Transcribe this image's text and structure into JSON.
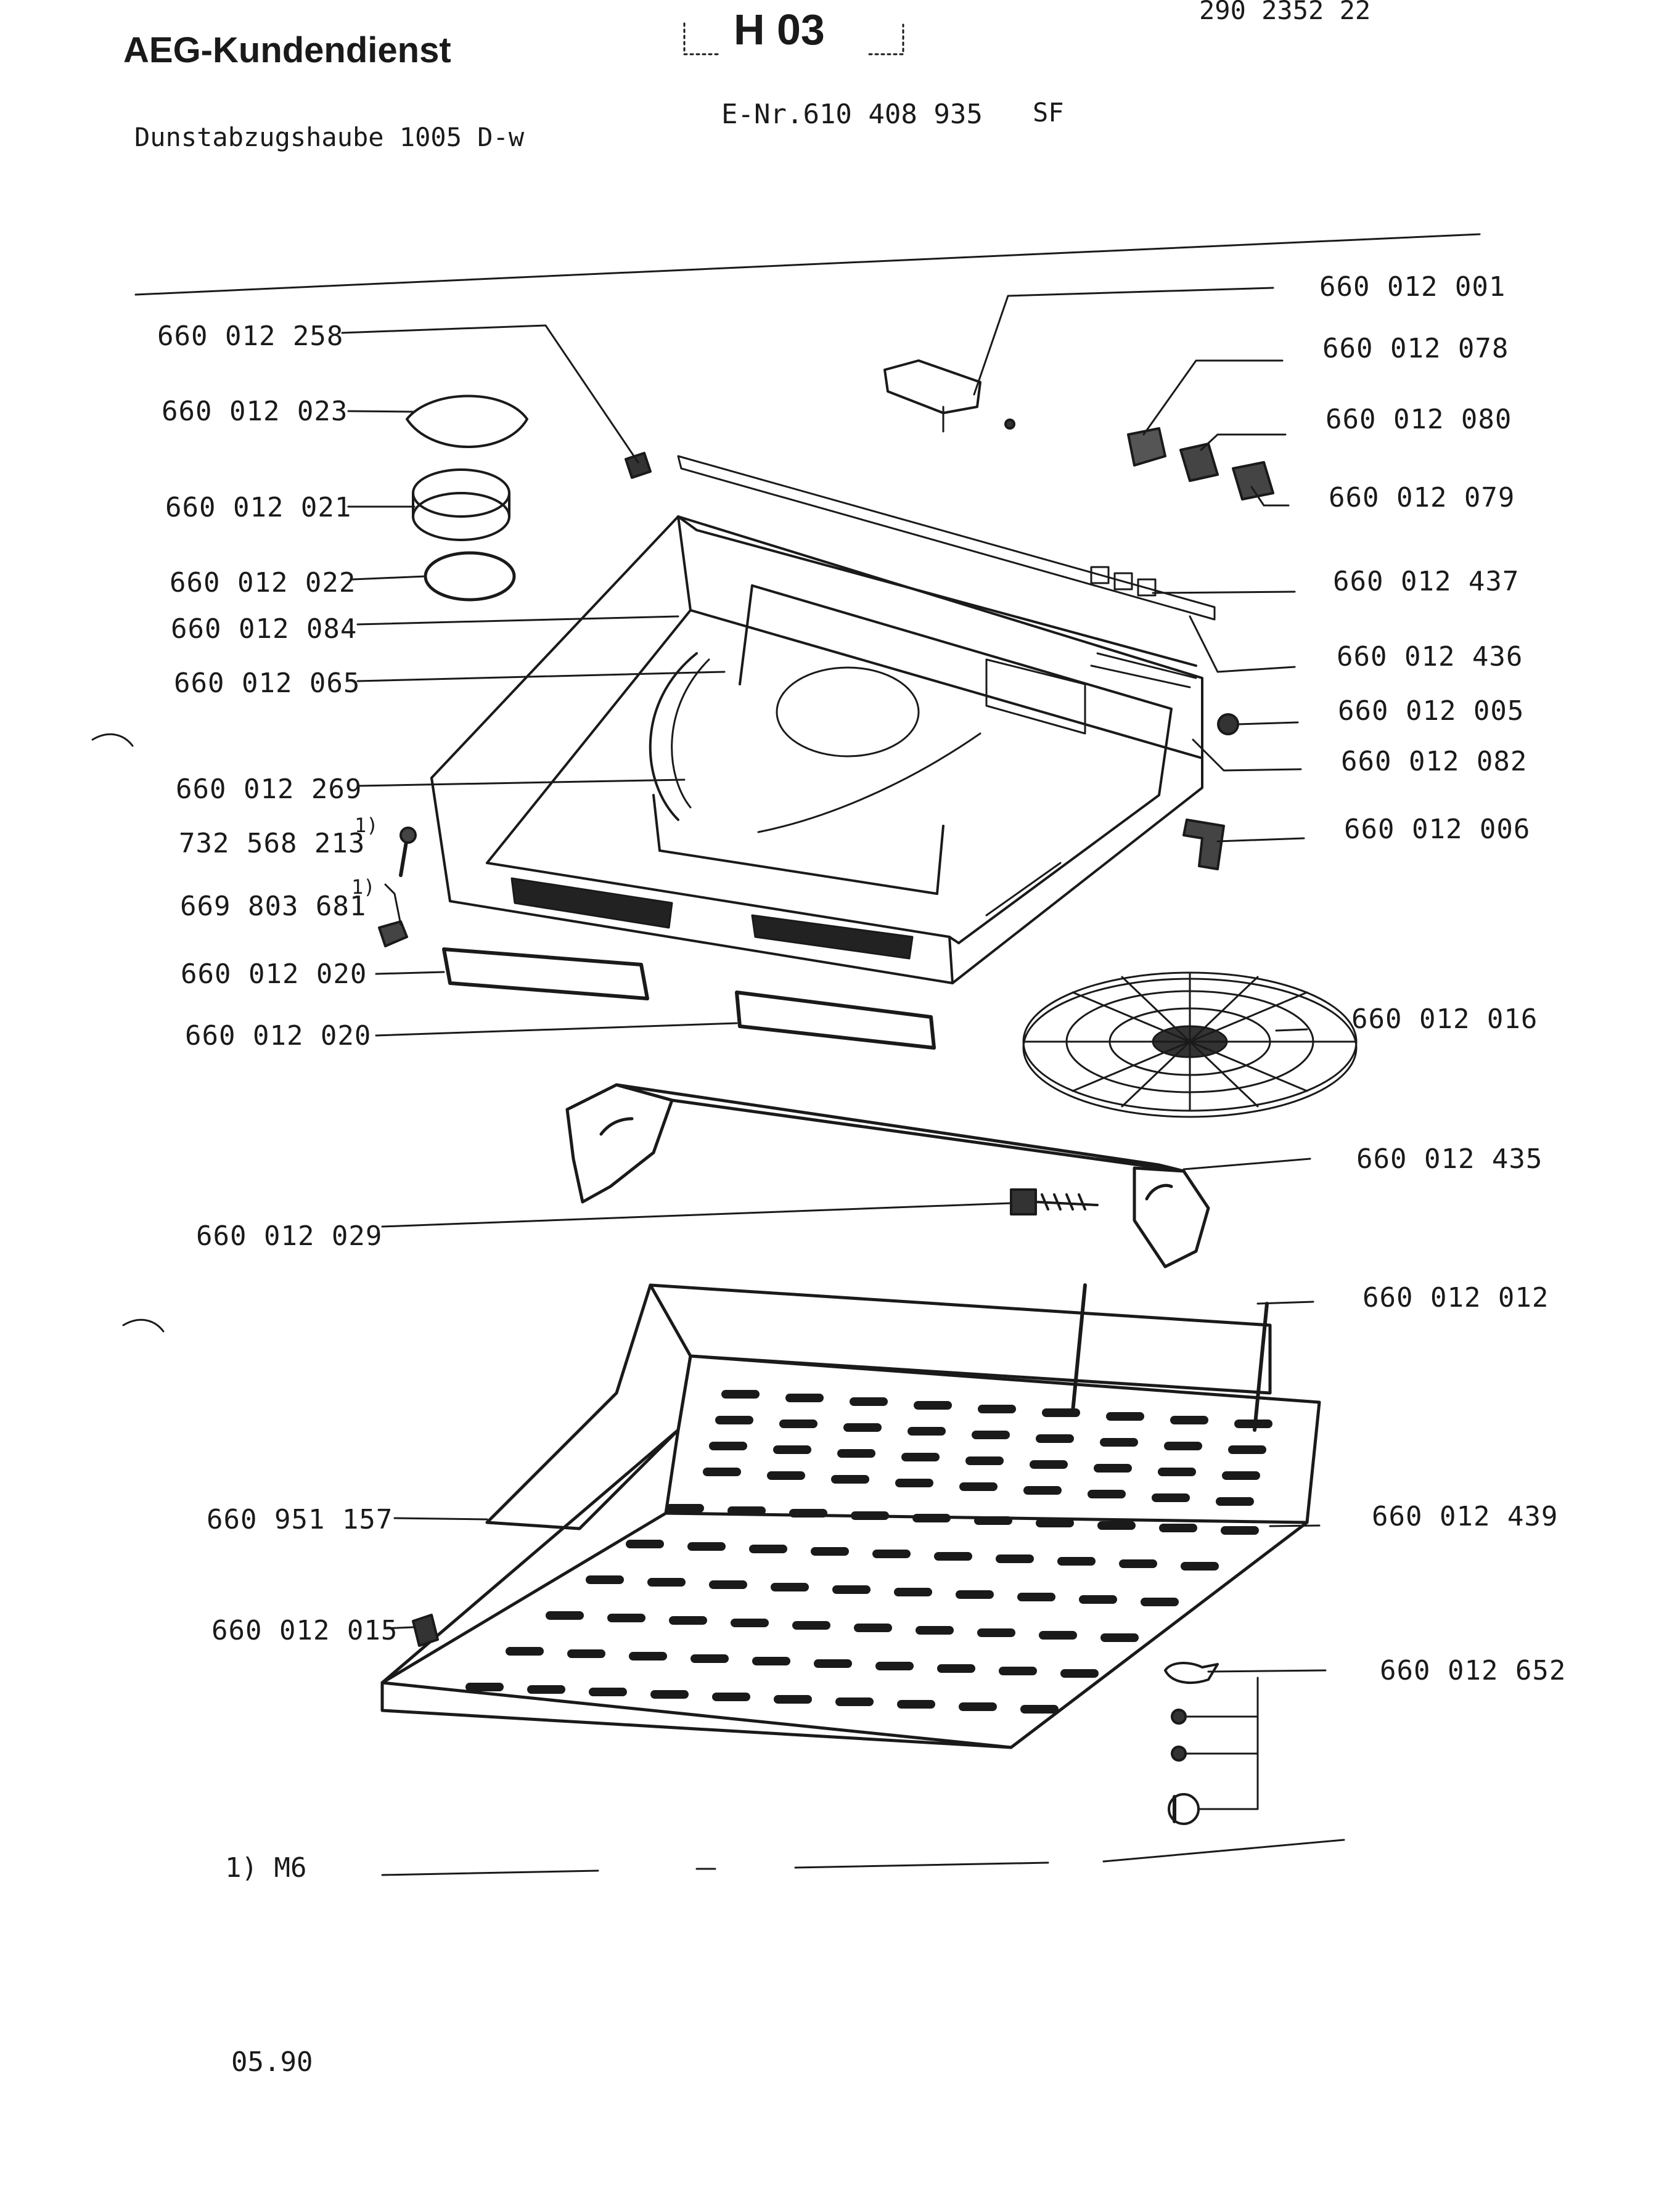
{
  "header": {
    "brand": "AEG-Kundendienst",
    "product": "Dunstabzugshaube 1005 D-w",
    "section_code": "H 03",
    "doc_number": "290 2352 22",
    "enr": "E-Nr.610 408 935",
    "variant": "SF"
  },
  "parts": {
    "p258": "660 012 258",
    "p023": "660 012 023",
    "p021": "660 012 021",
    "p022": "660 012 022",
    "p084": "660 012 084",
    "p065": "660 012 065",
    "p269": "660 012 269",
    "p732": "732 568 213",
    "p669": "669 803 681",
    "p020a": "660 012 020",
    "p020b": "660 012 020",
    "p029": "660 012 029",
    "p157": "660 951 157",
    "p015": "660 012 015",
    "p001": "660 012 001",
    "p078": "660 012 078",
    "p080": "660 012 080",
    "p079": "660 012 079",
    "p437": "660 012 437",
    "p436": "660 012 436",
    "p005": "660 012 005",
    "p082": "660 012 082",
    "p006": "660 012 006",
    "p016": "660 012 016",
    "p435": "660 012 435",
    "p012": "660 012 012",
    "p439": "660 012 439",
    "p652": "660 012 652"
  },
  "footnote_mark": "1)",
  "footnote": "1) M6",
  "date": "05.90"
}
